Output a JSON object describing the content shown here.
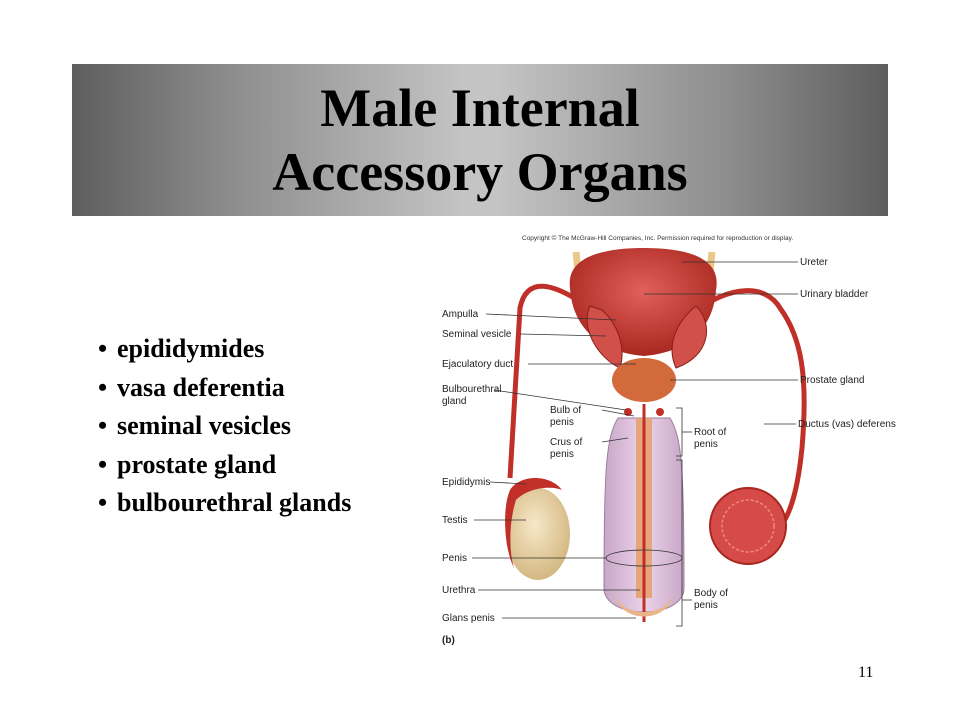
{
  "slide": {
    "title_line1": "Male Internal",
    "title_line2": "Accessory Organs",
    "page_number": "11"
  },
  "bullets": [
    "epididymides",
    "vasa deferentia",
    "seminal vesicles",
    "prostate gland",
    "bulbourethral glands"
  ],
  "figure": {
    "copyright": "Copyright © The McGraw-Hill Companies, Inc. Permission required for reproduction or display.",
    "panel_label": "(b)",
    "labels": {
      "ureter": "Ureter",
      "urinary_bladder": "Urinary bladder",
      "ampulla": "Ampulla",
      "seminal_vesicle": "Seminal vesicle",
      "ejaculatory_duct": "Ejaculatory duct",
      "bulbourethral_gland_1": "Bulbourethral",
      "bulbourethral_gland_2": "gland",
      "prostate_gland": "Prostate gland",
      "bulb_of_penis_1": "Bulb of",
      "bulb_of_penis_2": "penis",
      "crus_of_penis_1": "Crus of",
      "crus_of_penis_2": "penis",
      "root_of_penis_1": "Root of",
      "root_of_penis_2": "penis",
      "ductus_deferens": "Ductus (vas) deferens",
      "epididymis": "Epididymis",
      "testis": "Testis",
      "penis": "Penis",
      "urethra": "Urethra",
      "glans_penis": "Glans penis",
      "body_of_penis_1": "Body of",
      "body_of_penis_2": "penis"
    },
    "colors": {
      "bladder": "#c8372d",
      "duct": "#c03028",
      "testis": "#e8d3a8",
      "erectile": "#e4c5e0",
      "prostate": "#d26a3c",
      "ureter": "#e9c98a"
    }
  }
}
